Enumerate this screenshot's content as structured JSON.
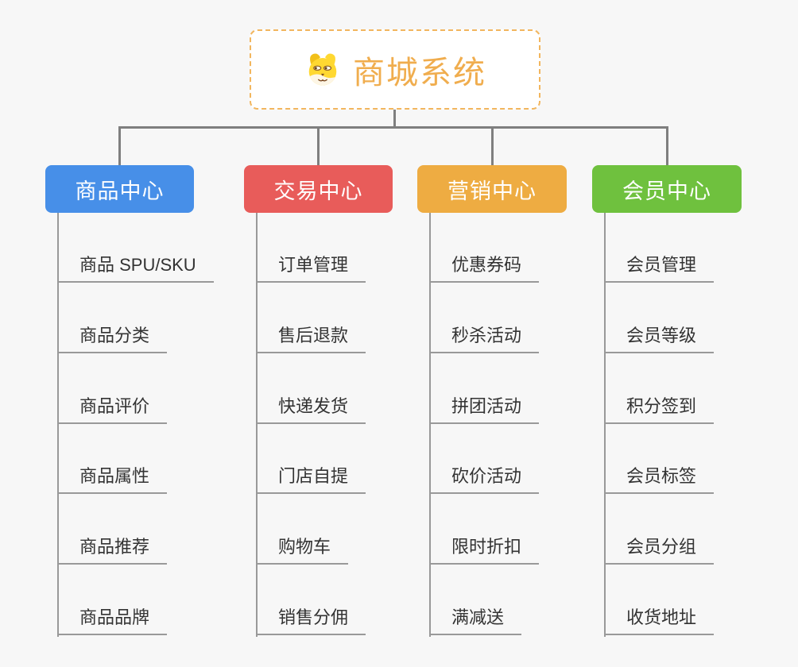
{
  "root": {
    "title": "商城系统",
    "icon": "dog-icon",
    "title_color": "#f0ad4e",
    "border_color": "#f2b65e"
  },
  "style": {
    "background": "#f7f7f7",
    "connector_color": "#7f7f7f",
    "underline_color": "#999999",
    "leaf_text_color": "#333333"
  },
  "branches": [
    {
      "label": "商品中心",
      "color": "#478fe8",
      "items": [
        "商品 SPU/SKU",
        "商品分类",
        "商品评价",
        "商品属性",
        "商品推荐",
        "商品品牌"
      ]
    },
    {
      "label": "交易中心",
      "color": "#e85c5a",
      "items": [
        "订单管理",
        "售后退款",
        "快递发货",
        "门店自提",
        "购物车",
        "销售分佣"
      ]
    },
    {
      "label": "营销中心",
      "color": "#eeac42",
      "items": [
        "优惠券码",
        "秒杀活动",
        "拼团活动",
        "砍价活动",
        "限时折扣",
        "满减送"
      ]
    },
    {
      "label": "会员中心",
      "color": "#6fc13e",
      "items": [
        "会员管理",
        "会员等级",
        "积分签到",
        "会员标签",
        "会员分组",
        "收货地址"
      ]
    }
  ]
}
